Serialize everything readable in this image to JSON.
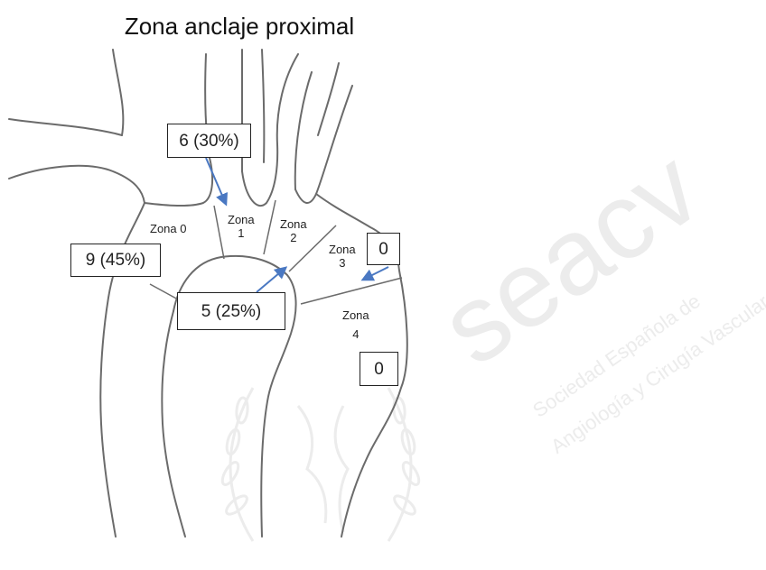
{
  "title": "Zona anclaje proximal",
  "zones": [
    {
      "id": "zona-0",
      "label": "Zona 0",
      "count": "9 (45%)"
    },
    {
      "id": "zona-1",
      "label": "Zona\n1",
      "count": "6 (30%)"
    },
    {
      "id": "zona-2",
      "label": "Zona\n2",
      "count": "5 (25%)"
    },
    {
      "id": "zona-3",
      "label": "Zona\n3",
      "count": "0"
    },
    {
      "id": "zona-4",
      "label": "Zona\n4",
      "count": "0"
    }
  ],
  "watermark": {
    "brand": "seacv",
    "line1": "Sociedad Española de",
    "line2": "Angiología y Cirugía Vascular"
  },
  "colors": {
    "outline": "#6b6b6b",
    "arrow": "#4a78c2",
    "box_border": "#222222",
    "watermark": "#e6e6e6"
  }
}
